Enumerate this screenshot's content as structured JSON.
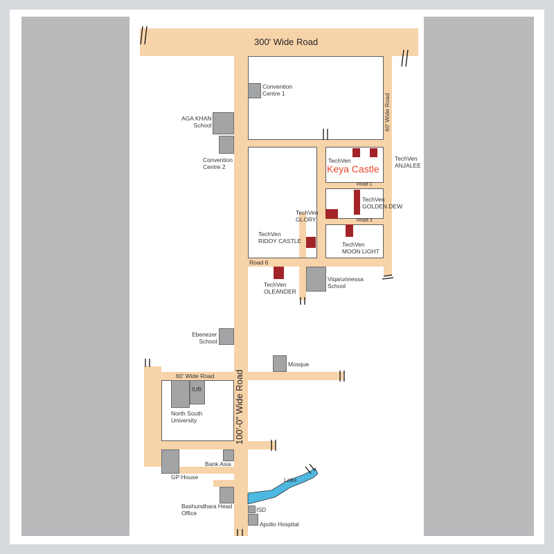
{
  "labels": {
    "road_300": "300' Wide Road",
    "road_100": "100'-0\" Wide Road",
    "road_60_right": "60' Wide Road",
    "road_60_left": "60' Wide Road",
    "road_1": "Road 1",
    "road_3": "Road 3",
    "road_6": "Road 6",
    "convention_1": "Convention\nCentre 1",
    "aga_khan": "AGA KHAN\nSchool",
    "convention_2": "Convention\nCentre 2",
    "techven_1": "TechVen",
    "keya_castle": "Keya Castle",
    "anjalee": "TechVen\nANJALEE",
    "golden_dew": "TechVen\nGOLDEN DEW",
    "glory": "TechVen\nGLORY",
    "ridoy_castle": "TechVen\nRIDOY CASTLE",
    "moon_light": "TechVen\nMOON LIGHT",
    "oleander": "TechVen\nOLEANDER",
    "viqarunnessa": "Viqarunnessa\nSchool",
    "ebenezer": "Ebenezer\nSchool",
    "mosque": "Mosque",
    "iub": "IUB",
    "north_south": "North South\nUniversity",
    "bank_asia": "Bank Asia",
    "gp_house": "GP House",
    "lake": "Lake",
    "bashundhara": "Bashundhara Head\nOffice",
    "isd": "ISD",
    "apollo": "Apollo Hospital"
  },
  "colors": {
    "road": "#f7d3a9",
    "lake": "#4fb8e0",
    "project_marker": "#a32428",
    "landmark": "#a2a4a6",
    "accent_red_text": "#e8462a"
  }
}
